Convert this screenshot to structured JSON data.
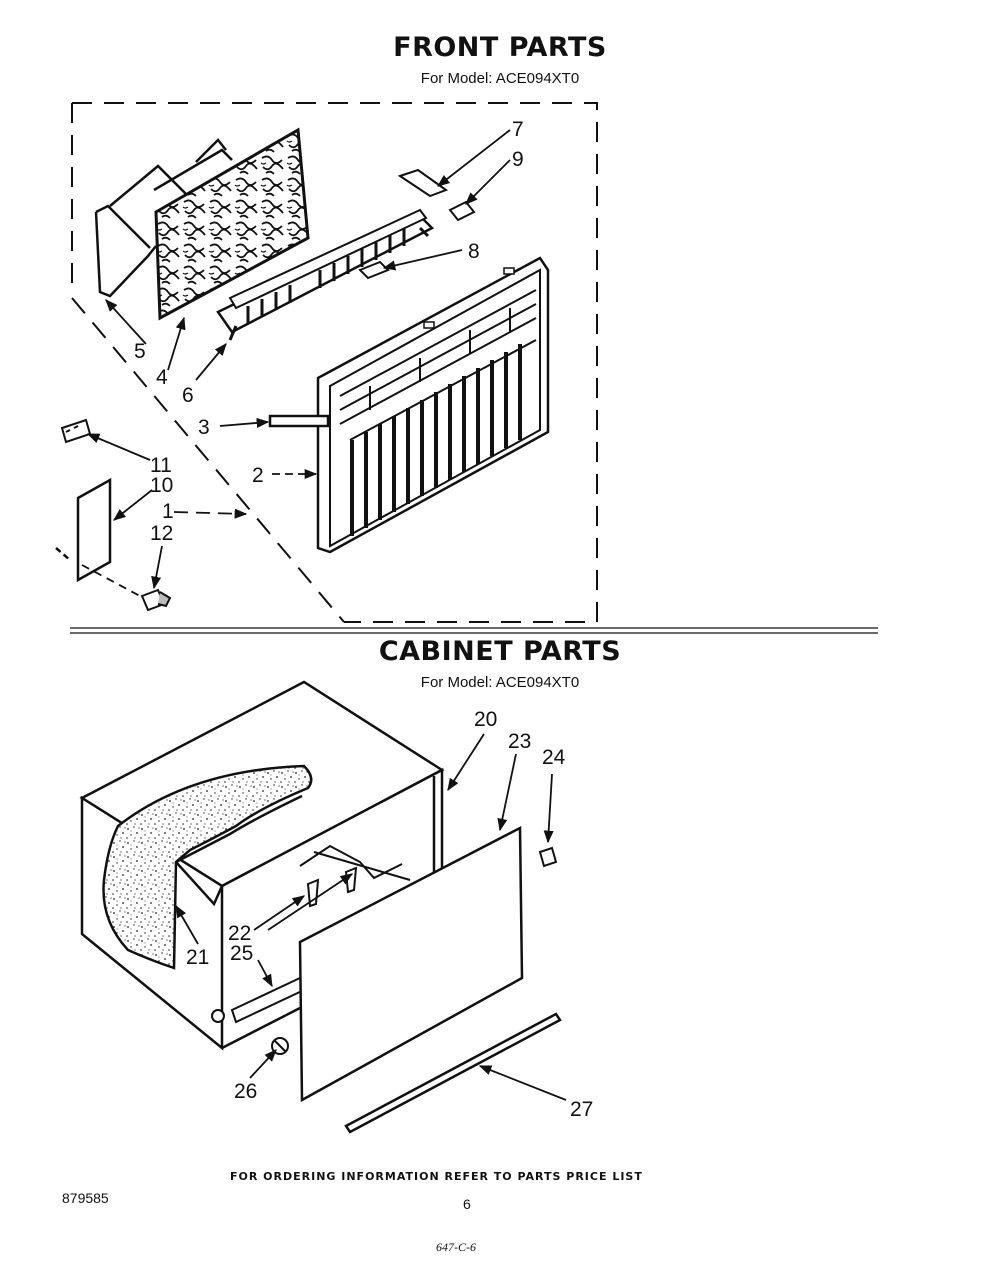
{
  "front": {
    "title": "FRONT PARTS",
    "model": "For Model: ACE094XT0",
    "callouts": [
      "7",
      "9",
      "8",
      "5",
      "4",
      "6",
      "3",
      "2",
      "11",
      "10",
      "1",
      "12"
    ]
  },
  "cabinet": {
    "title": "CABINET PARTS",
    "model": "For Model: ACE094XT0",
    "callouts": [
      "20",
      "23",
      "24",
      "22",
      "21",
      "25",
      "26",
      "27"
    ]
  },
  "footer": {
    "ordering": "FOR ORDERING INFORMATION REFER TO PARTS PRICE LIST",
    "doc_number": "879585",
    "page_number": "6",
    "handwritten": "647-C-6"
  }
}
